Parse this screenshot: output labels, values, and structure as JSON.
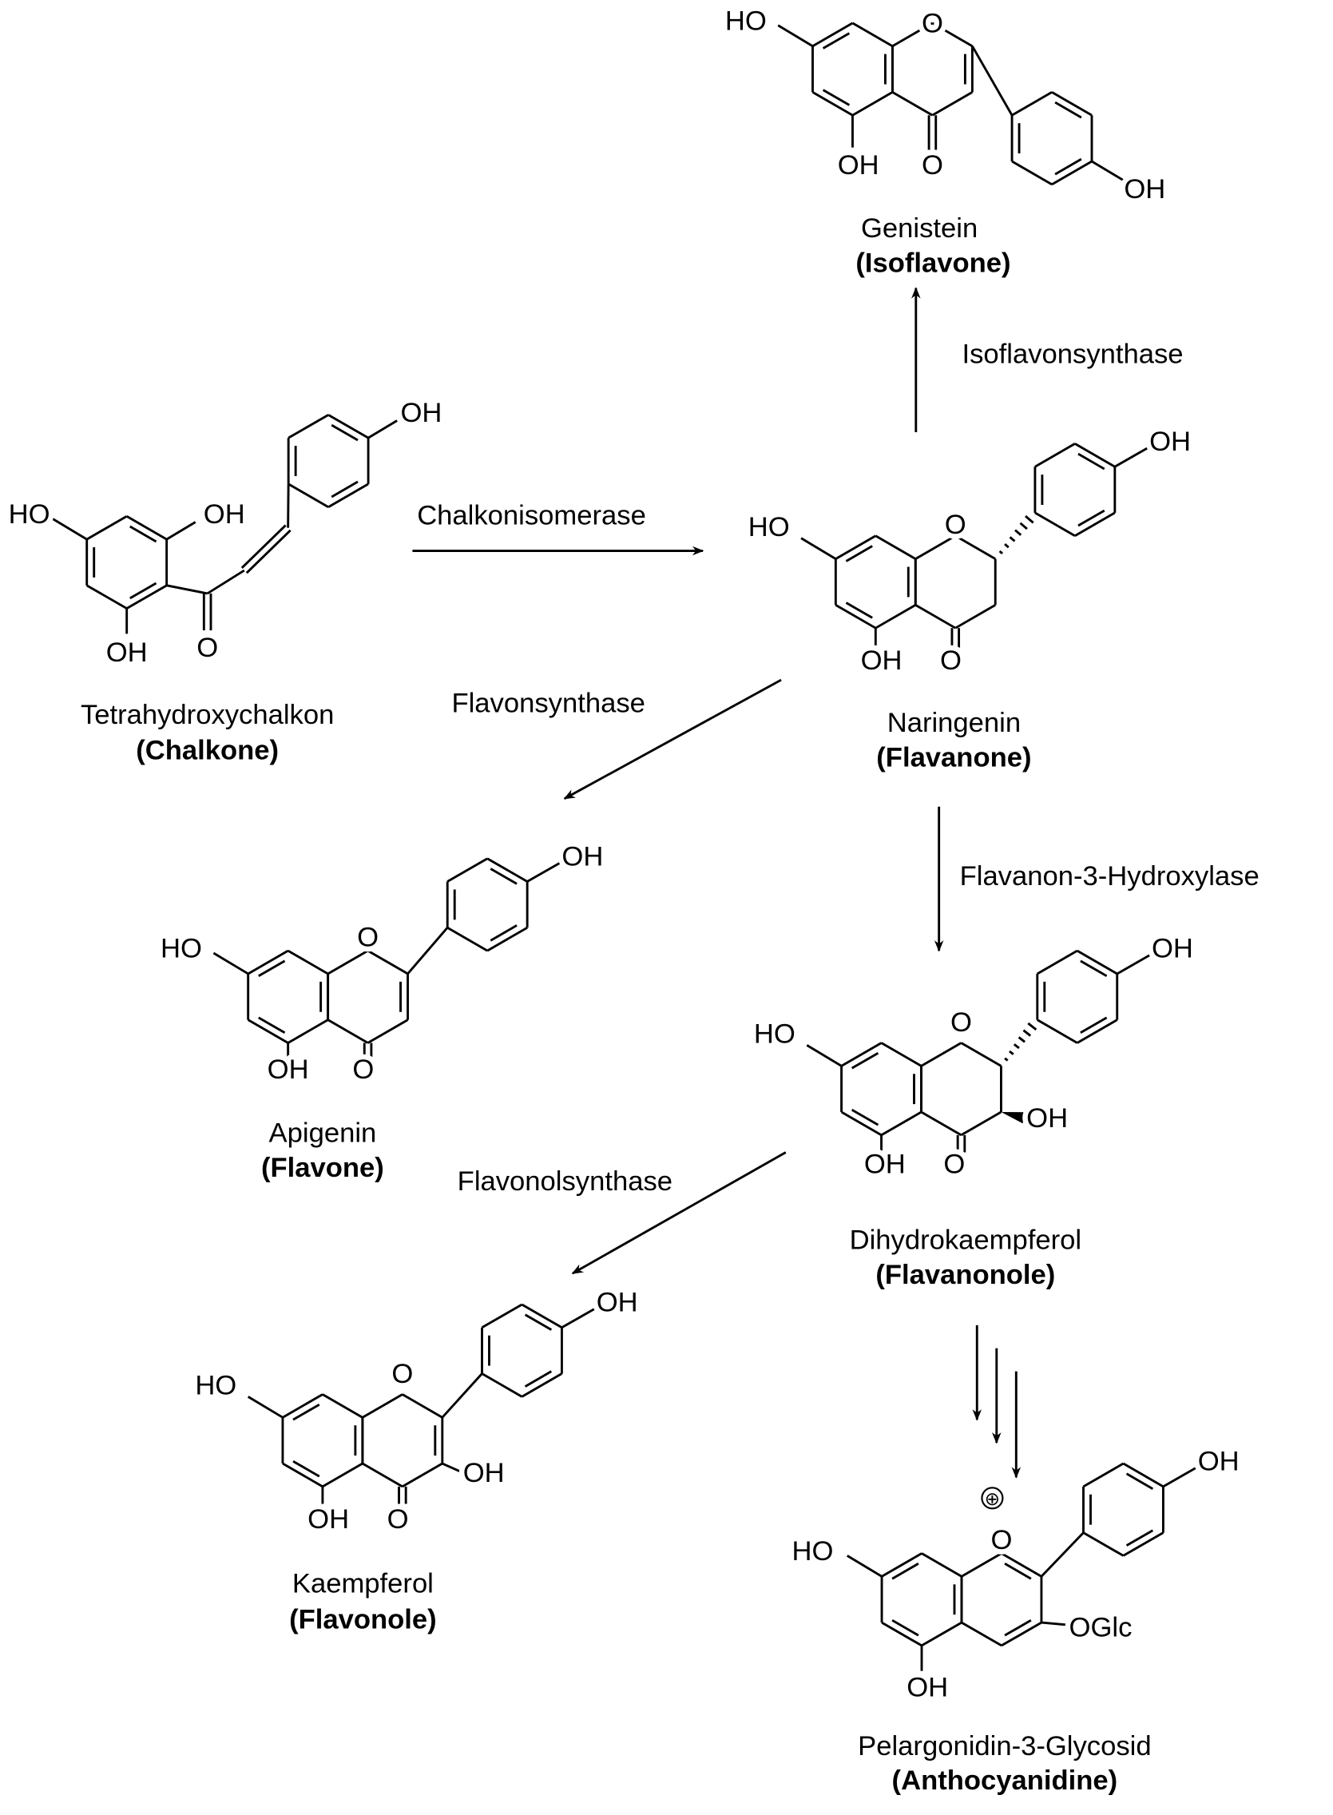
{
  "molecules": [
    {
      "id": "genistein",
      "name": "Genistein",
      "class": "(Isoflavone)",
      "atoms": [
        "HO",
        "O",
        "OH",
        "O",
        "OH"
      ]
    },
    {
      "id": "chalcone",
      "name": "Tetrahydroxychalkon",
      "class": "(Chalkone)",
      "atoms": [
        "HO",
        "OH",
        "OH",
        "O",
        "OH"
      ]
    },
    {
      "id": "naringenin",
      "name": "Naringenin",
      "class": "(Flavanone)",
      "atoms": [
        "HO",
        "O",
        "OH",
        "OH",
        "O"
      ]
    },
    {
      "id": "apigenin",
      "name": "Apigenin",
      "class": "(Flavone)",
      "atoms": [
        "HO",
        "O",
        "OH",
        "OH",
        "O"
      ]
    },
    {
      "id": "dihydrokaempferol",
      "name": "Dihydrokaempferol",
      "class": "(Flavanonole)",
      "atoms": [
        "HO",
        "O",
        "OH",
        "OH",
        "OH",
        "O"
      ]
    },
    {
      "id": "kaempferol",
      "name": "Kaempferol",
      "class": "(Flavonole)",
      "atoms": [
        "HO",
        "O",
        "OH",
        "OH",
        "OH",
        "O"
      ]
    },
    {
      "id": "pelargonidin",
      "name": "Pelargonidin-3-Glycosid",
      "class": "(Anthocyanidine)",
      "atoms": [
        "HO",
        "O",
        "⊕",
        "OH",
        "OGlc",
        "OH"
      ]
    }
  ],
  "enzymes": {
    "isoflavonsynthase": "Isoflavonsynthase",
    "chalkonisomerase": "Chalkonisomerase",
    "flavonsynthase": "Flavonsynthase",
    "flavanon3hydroxylase": "Flavanon-3-Hydroxylase",
    "flavonolsynthase": "Flavonolsynthase"
  }
}
